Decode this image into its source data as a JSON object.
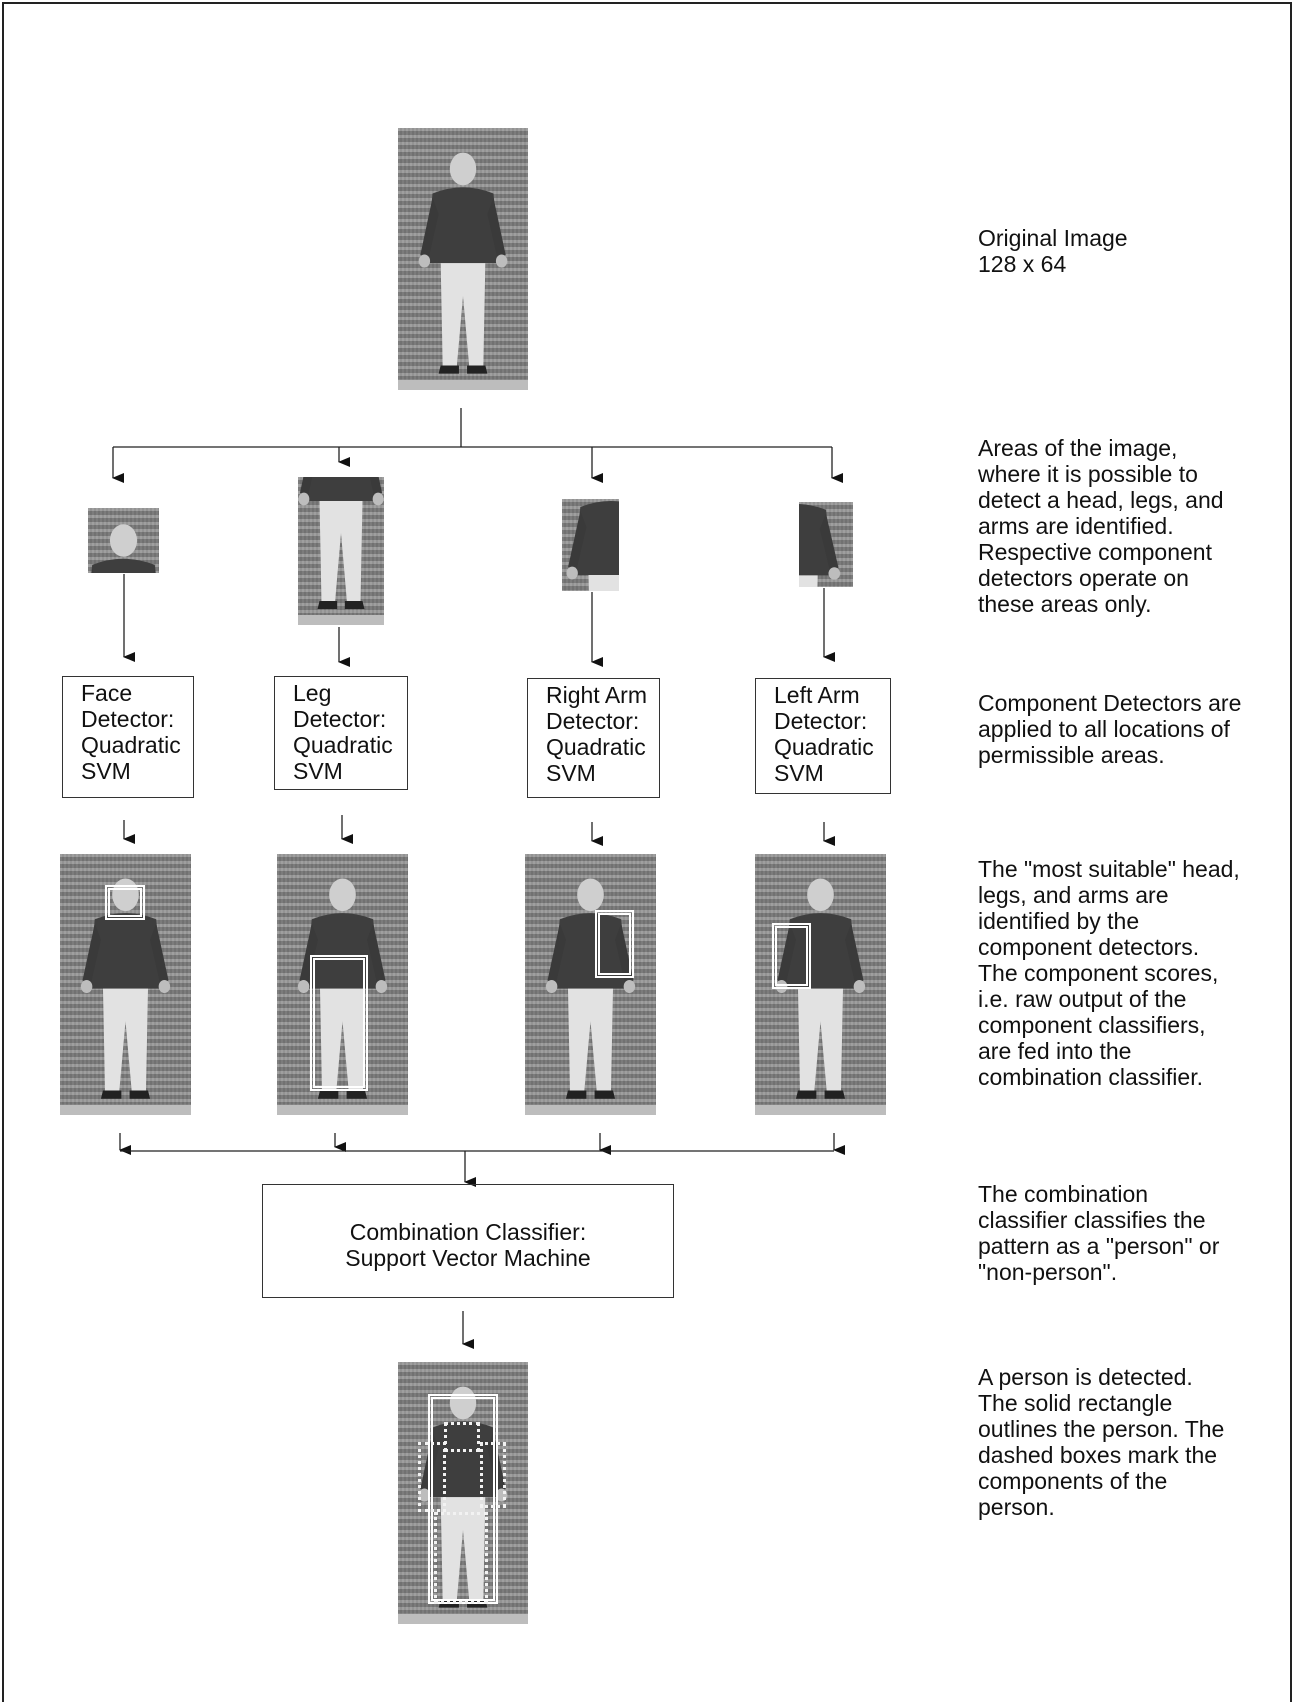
{
  "detectors": [
    {
      "lines": [
        "Face",
        "Detector:",
        "Quadratic",
        "SVM"
      ]
    },
    {
      "lines": [
        "Leg",
        "Detector:",
        "Quadratic",
        "SVM"
      ]
    },
    {
      "lines": [
        "Right Arm",
        "Detector:",
        "Quadratic",
        "SVM"
      ]
    },
    {
      "lines": [
        "Left Arm",
        "Detector:",
        "Quadratic",
        "SVM"
      ]
    }
  ],
  "combination": {
    "lines": [
      "Combination Classifier:",
      "Support Vector Machine"
    ]
  },
  "descriptions": {
    "original": [
      "Original Image",
      "128 x 64"
    ],
    "areas": [
      "Areas of the image,",
      "where it is possible to",
      "detect a head, legs, and",
      "arms are identified.",
      "Respective component",
      "detectors operate on",
      "these areas only."
    ],
    "detectors": [
      "Component Detectors are",
      "applied to all locations of",
      "permissible areas."
    ],
    "suitable": [
      "The \"most suitable\" head,",
      "legs, and arms are",
      "identified by the",
      "component detectors.",
      "The component scores,",
      "i.e. raw output of the",
      "component classifiers,",
      "are fed into the",
      "combination classifier."
    ],
    "combination": [
      "The combination",
      "classifier classifies the",
      "pattern as a \"person\" or",
      "\"non-person\"."
    ],
    "result": [
      "A person is detected.",
      "The solid rectangle",
      "outlines the person. The",
      "dashed boxes mark the",
      "components of the",
      "person."
    ]
  }
}
